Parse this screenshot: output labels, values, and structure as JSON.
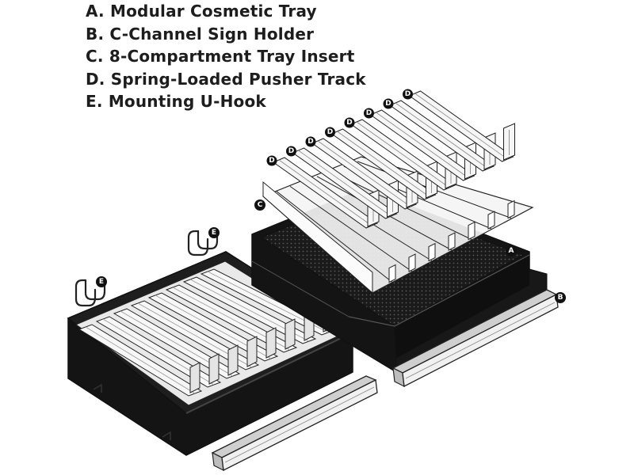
{
  "legend": [
    {
      "letter": "A",
      "text": "A. Modular Cosmetic Tray"
    },
    {
      "letter": "B",
      "text": "B. C-Channel Sign Holder"
    },
    {
      "letter": "C",
      "text": "C. 8-Compartment Tray Insert"
    },
    {
      "letter": "D",
      "text": "D. Spring-Loaded Pusher Track"
    },
    {
      "letter": "E",
      "text": "E. Mounting U-Hook"
    }
  ],
  "callouts": {
    "a": "A",
    "b": "B",
    "c": "C",
    "d": "D",
    "e": "E"
  },
  "colors": {
    "ink": "#1d1d1d",
    "tray_black": "#141414",
    "mesh": "#3a3a3a",
    "line": "#222222",
    "light_fill": "#f2f2f2"
  }
}
